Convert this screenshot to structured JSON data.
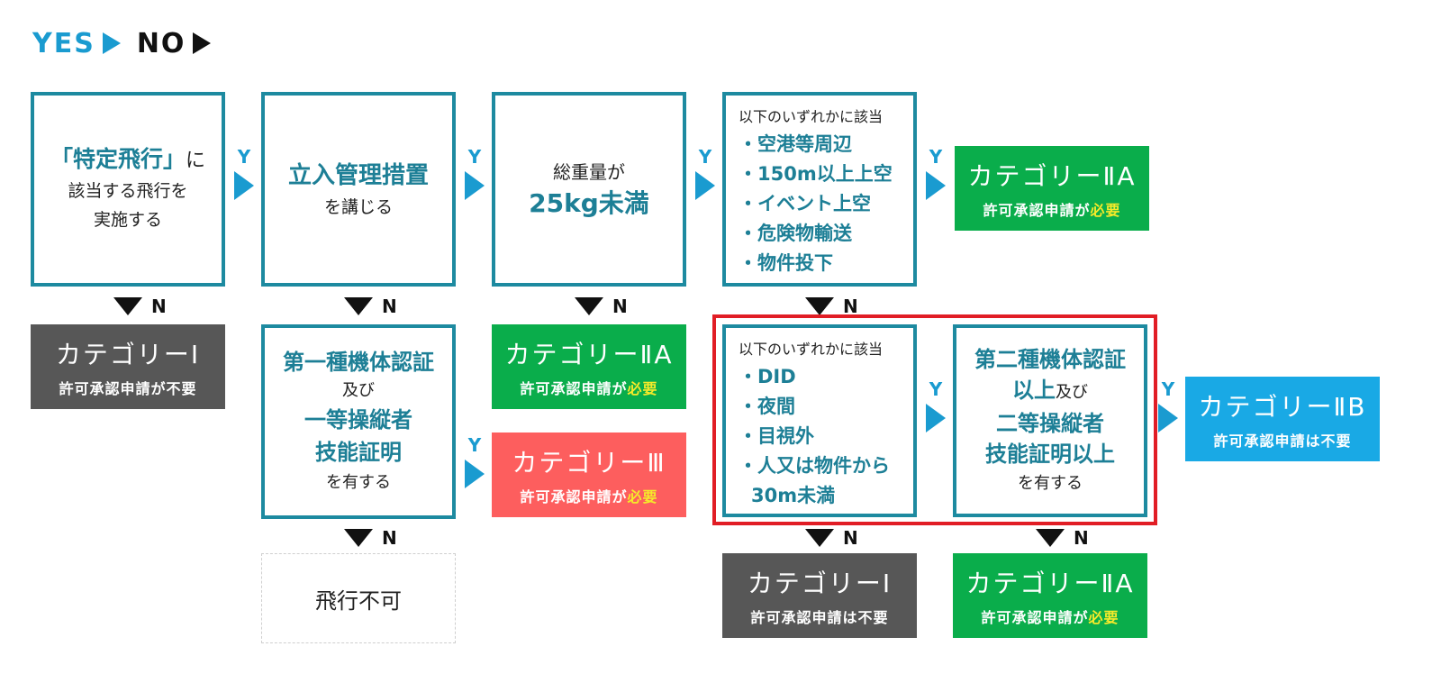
{
  "legend": {
    "yes_label": "YES",
    "no_label": "NO"
  },
  "arrows": {
    "yes_letter": "Y",
    "no_letter": "N"
  },
  "colors": {
    "box_border": "#1d8aa0",
    "accent_blue": "#1a9bd0",
    "category_1": "#575757",
    "category_2a": "#0aad4b",
    "category_2b": "#19a9e5",
    "category_3": "#fd5e5e",
    "highlight_frame": "#e11d25",
    "highlight_text": "#f5ea2a"
  },
  "q1": {
    "highlight": "「特定飛行」",
    "suffix": "に",
    "line2": "該当する飛行を",
    "line3": "実施する"
  },
  "q2": {
    "line1": "立入管理措置",
    "line2": "を講じる"
  },
  "q3": {
    "line1": "総重量が",
    "line2": "25kg未満"
  },
  "q4": {
    "head": "以下のいずれかに該当",
    "items": [
      "・空港等周辺",
      "・150m以上上空",
      "・イベント上空",
      "・危険物輸送",
      "・物件投下"
    ]
  },
  "q5": {
    "line1": "第一種機体認証",
    "line2": "及び",
    "line3": "一等操縦者",
    "line4": "技能証明",
    "line5": "を有する"
  },
  "q6": {
    "head": "以下のいずれかに該当",
    "items": [
      "・DID",
      "・夜間",
      "・目視外",
      "・人又は物件から",
      "30m未満"
    ]
  },
  "q7": {
    "line1": "第二種機体認証",
    "line2a": "以上",
    "line2b": "及び",
    "line3": "二等操縦者",
    "line4": "技能証明以上",
    "line5": "を有する"
  },
  "results": {
    "r_q1_no": {
      "title": "カテゴリーⅠ",
      "sub": "許可承認申請が不要",
      "sub_hl": ""
    },
    "r_q3_no": {
      "title": "カテゴリーⅡA",
      "sub": "許可承認申請が",
      "sub_hl": "必要"
    },
    "r_q4_yes": {
      "title": "カテゴリーⅡA",
      "sub": "許可承認申請が",
      "sub_hl": "必要"
    },
    "r_q5_yes": {
      "title": "カテゴリーⅢ",
      "sub": "許可承認申請が",
      "sub_hl": "必要"
    },
    "r_q5_no": {
      "title": "飛行不可"
    },
    "r_q6_no": {
      "title": "カテゴリーⅠ",
      "sub": "許可承認申請は不要",
      "sub_hl": ""
    },
    "r_q7_yes": {
      "title": "カテゴリーⅡB",
      "sub": "許可承認申請は不要",
      "sub_hl": ""
    },
    "r_q7_no": {
      "title": "カテゴリーⅡA",
      "sub": "許可承認申請が",
      "sub_hl": "必要"
    }
  }
}
